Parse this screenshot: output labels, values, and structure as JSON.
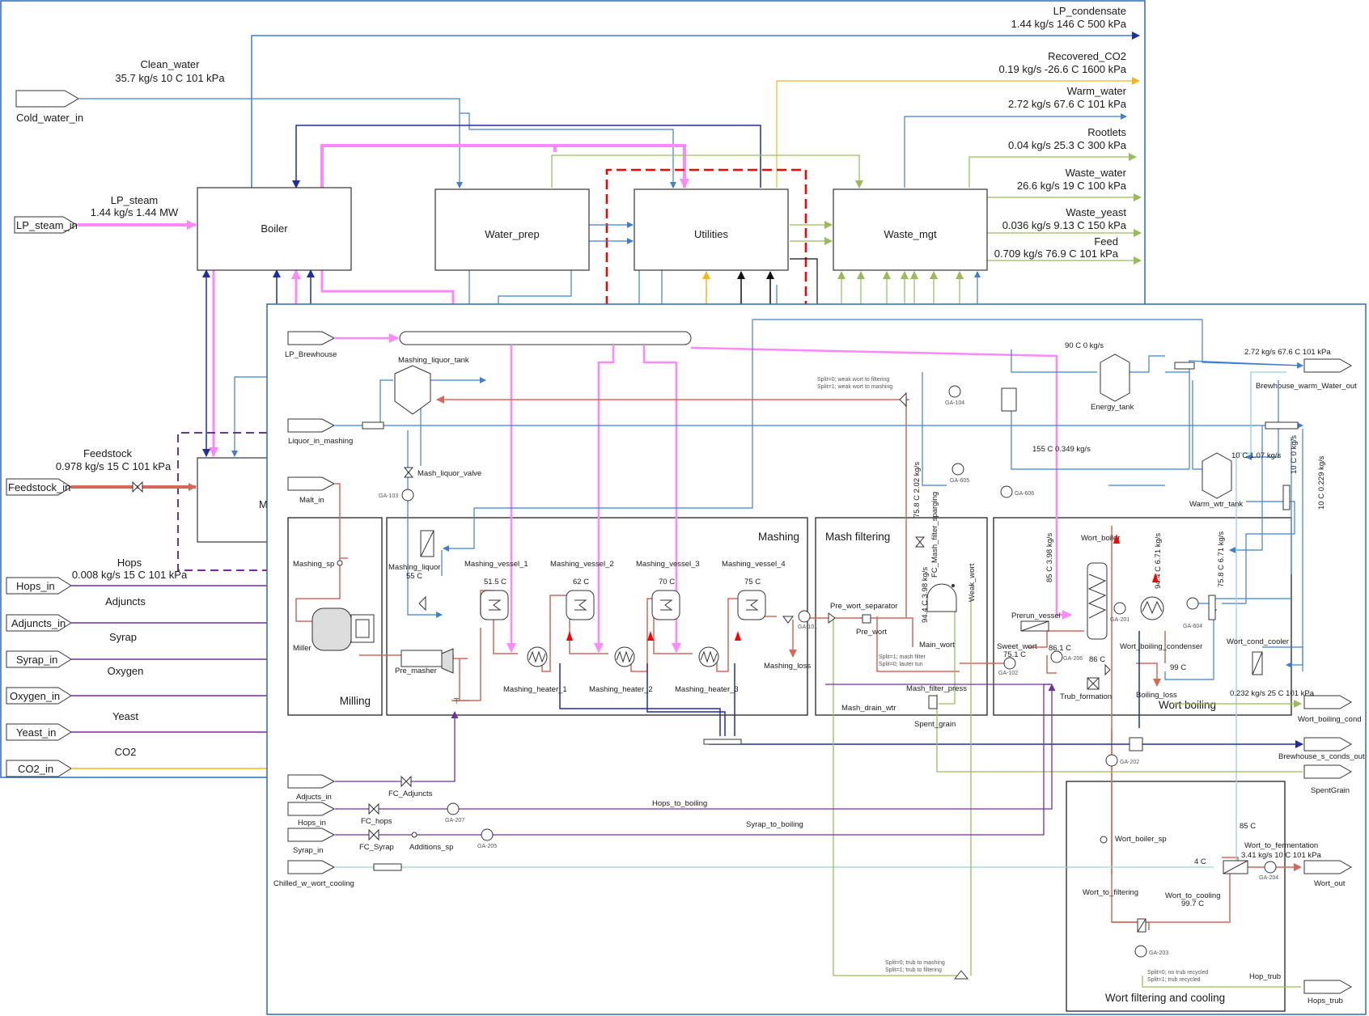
{
  "colors": {
    "frame": "#2f6cb3",
    "steam": "#ff88ff",
    "wort": "#d4685c",
    "water": "#3f7fd1",
    "cooling": "#8fd3dc",
    "waste": "#9abb59",
    "additive": "#7030a0",
    "condensate": "#1f2f9f",
    "co2": "#f2b71c",
    "boundary_dash": "#ff0000",
    "feed_dash": "#7030a0"
  },
  "outer": {
    "blocks": {
      "boiler": "Boiler",
      "water_prep": "Water_prep",
      "utilities": "Utilities",
      "waste_mgt": "Waste_mgt",
      "milling_partial": "M"
    },
    "inlets": {
      "cold_water": "Cold_water_in",
      "lp_steam": "LP_steam_in",
      "feedstock": "Feedstock_in",
      "hops": "Hops_in",
      "adjuncts": "Adjuncts_in",
      "syrap": "Syrap_in",
      "oxygen": "Oxygen_in",
      "yeast": "Yeast_in",
      "co2": "CO2_in"
    },
    "stream_labels": {
      "clean_water_name": "Clean_water",
      "clean_water_vals": "35.7 kg/s 10 C 101 kPa",
      "lp_steam_name": "LP_steam",
      "lp_steam_vals": "1.44 kg/s 1.44 MW",
      "feedstock_name": "Feedstock",
      "feedstock_vals": "0.978 kg/s 15 C 101 kPa",
      "hops_name": "Hops",
      "hops_vals": "0.008 kg/s 15 C 101 kPa",
      "adjuncts_name": "Adjuncts",
      "syrap_name": "Syrap",
      "oxygen_name": "Oxygen",
      "yeast_name": "Yeast",
      "co2_name": "CO2"
    },
    "outlets": {
      "lp_condensate_name": "LP_condensate",
      "lp_condensate_vals": "1.44 kg/s 146 C 500 kPa",
      "recovered_co2_name": "Recovered_CO2",
      "recovered_co2_vals": "0.19 kg/s -26.6 C 1600 kPa",
      "warm_water_name": "Warm_water",
      "warm_water_vals": "2.72 kg/s 67.6 C 101 kPa",
      "rootlets_name": "Rootlets",
      "rootlets_vals": "0.04 kg/s 25.3 C 300 kPa",
      "waste_water_name": "Waste_water",
      "waste_water_vals": "26.6 kg/s 19 C 100 kPa",
      "waste_yeast_name": "Waste_yeast",
      "waste_yeast_vals": "0.036 kg/s 9.13 C 150 kPa",
      "feed_name": "Feed",
      "feed_vals": "0.709 kg/s 76.9 C 101 kPa"
    }
  },
  "inner": {
    "areas": {
      "milling": "Milling",
      "mashing": "Mashing",
      "mash_filtering": "Mash filtering",
      "wort_boiling": "Wort boiling",
      "wort_filtering": "Wort filtering and cooling"
    },
    "inlets": {
      "lp_brewhouse": "LP_Brewhouse",
      "liquor_in_mashing": "Liquor_in_mashing",
      "malt_in": "Malt_in",
      "adjuncts_in": "Adjucts_in",
      "hops_in": "Hops_in",
      "syrap_in": "Syrap_in",
      "chilled_w": "Chilled_w_wort_cooling"
    },
    "outlets": {
      "warm_water_out": "Brewhouse_warm_Water_out",
      "warm_water_vals": "2.72 kg/s 67.6 C 101 kPa",
      "wort_boiling_cond": "Wort_boiling_cond",
      "conds_out": "Brewhouse_s_conds_out",
      "spent_grain": "SpentGrain",
      "wort_out": "Wort_out",
      "hops_trub": "Hops_trub"
    },
    "units": {
      "mashing_liquor_tank": "Mashing_liquor_tank",
      "mash_liquor_valve": "Mash_liquor_valve",
      "ga103": "GA-103",
      "mashing_sp": "Mashing_sp",
      "mashing_liquor": "Mashing_liquor",
      "mashing_liquor_temp": "55 C",
      "miller": "Miller",
      "pre_masher": "Pre_masher",
      "vessel1": "Mashing_vessel_1",
      "vessel2": "Mashing_vessel_2",
      "vessel3": "Mashing_vessel_3",
      "vessel4": "Mashing_vessel_4",
      "t1": "51.5 C",
      "t2": "62 C",
      "t3": "70 C",
      "t4": "75 C",
      "heater1": "Mashing_heater_1",
      "heater2": "Mashing_heater_2",
      "heater3": "Mashing_heater_3",
      "ga101": "GA-101",
      "mashing_loss": "Mashing_loss",
      "pre_wort_separator": "Pre_wort_separator",
      "pre_wort": "Pre_wort",
      "main_wort": "Main_wort",
      "weak_wort": "Weak_wort",
      "fc_sparging": "FC_Mash_filter_sparging",
      "mash_filter_press": "Mash_filter_press",
      "mash_drain": "Mash_drain_wtr",
      "spent_grain_unit": "Spent_grain",
      "ga104": "GA-104",
      "ga605": "GA-605",
      "ga606": "GA-606",
      "ga102": "GA-102",
      "ga206": "GA-206",
      "ga201": "GA-201",
      "ga604": "GA-604",
      "ga202": "GA-202",
      "ga203": "GA-203",
      "ga204": "GA-204",
      "ga205": "GA-205",
      "ga207": "GA-207",
      "energy_tank": "Energy_tank",
      "warm_wtr_tank": "Warm_wtr_tank",
      "prerun_vessel": "Prerun_vessel",
      "sweet_wort": "Sweet_wort",
      "sweet_wort_temp": "75.1 C",
      "t861": "86.1 C",
      "t86": "86 C",
      "trub_formation": "Trub_formation",
      "wort_boiler": "Wort_boiler",
      "boiling_loss": "Boiling_loss",
      "wort_boiling_condenser": "Wort_boiling_condenser",
      "wort_cond_cooler": "Wort_cond_cooler",
      "t99": "99 C",
      "fc_adjuncts": "FC_Adjuncts",
      "fc_hops": "FC_hops",
      "fc_syrap": "FC_Syrap",
      "additions_sp": "Additions_sp",
      "hops_to_boiling": "Hops_to_boiling",
      "syrap_to_boiling": "Syrap_to_boiling",
      "wort_boiler_sp": "Wort_boiler_sp",
      "wort_to_filtering": "Wort_to_filtering",
      "wort_to_cooling": "Wort_to_cooling",
      "wort_to_cooling_temp": "99.7 C",
      "wort_to_fermentation": "Wort_to_fermentation",
      "wort_to_fermentation_vals": "3.41 kg/s 10 C 101 kPa",
      "t4c": "4 C",
      "t85": "85 C",
      "hop_trub": "Hop_trub"
    },
    "stream_values": {
      "s90c": "90 C 0 kg/s",
      "s155": "155 C 0.349 kg/s",
      "s10c": "10 C 1.07 kg/s",
      "s10c0": "10 C 0 kg/s",
      "s10c0229": "10 C 0.229 kg/s",
      "s758_202": "75.8 C 2.02 kg/s",
      "s944_398": "94.4 C 3.98 kg/s",
      "s85_398": "85 C 3.98 kg/s",
      "s944_671": "94.4 C 6.71 kg/s",
      "s758_671": "75.8 C 6.71 kg/s",
      "s0232": "0.232 kg/s 25 C 101 kPa"
    },
    "notes": {
      "split_weak_1": "Split=0; weak wort to filtering",
      "split_weak_2": "Split=1; weak wort to mashing",
      "split_mash_1": "Split=1; mash filter",
      "split_mash_2": "Split=0; lauter tun",
      "split_trub_1": "Split=0; trub to mashing",
      "split_trub_2": "Split=1; trub to filtering",
      "split_recyc_1": "Split=0; no trub recycled",
      "split_recyc_2": "Split=1; trub recycled"
    }
  }
}
